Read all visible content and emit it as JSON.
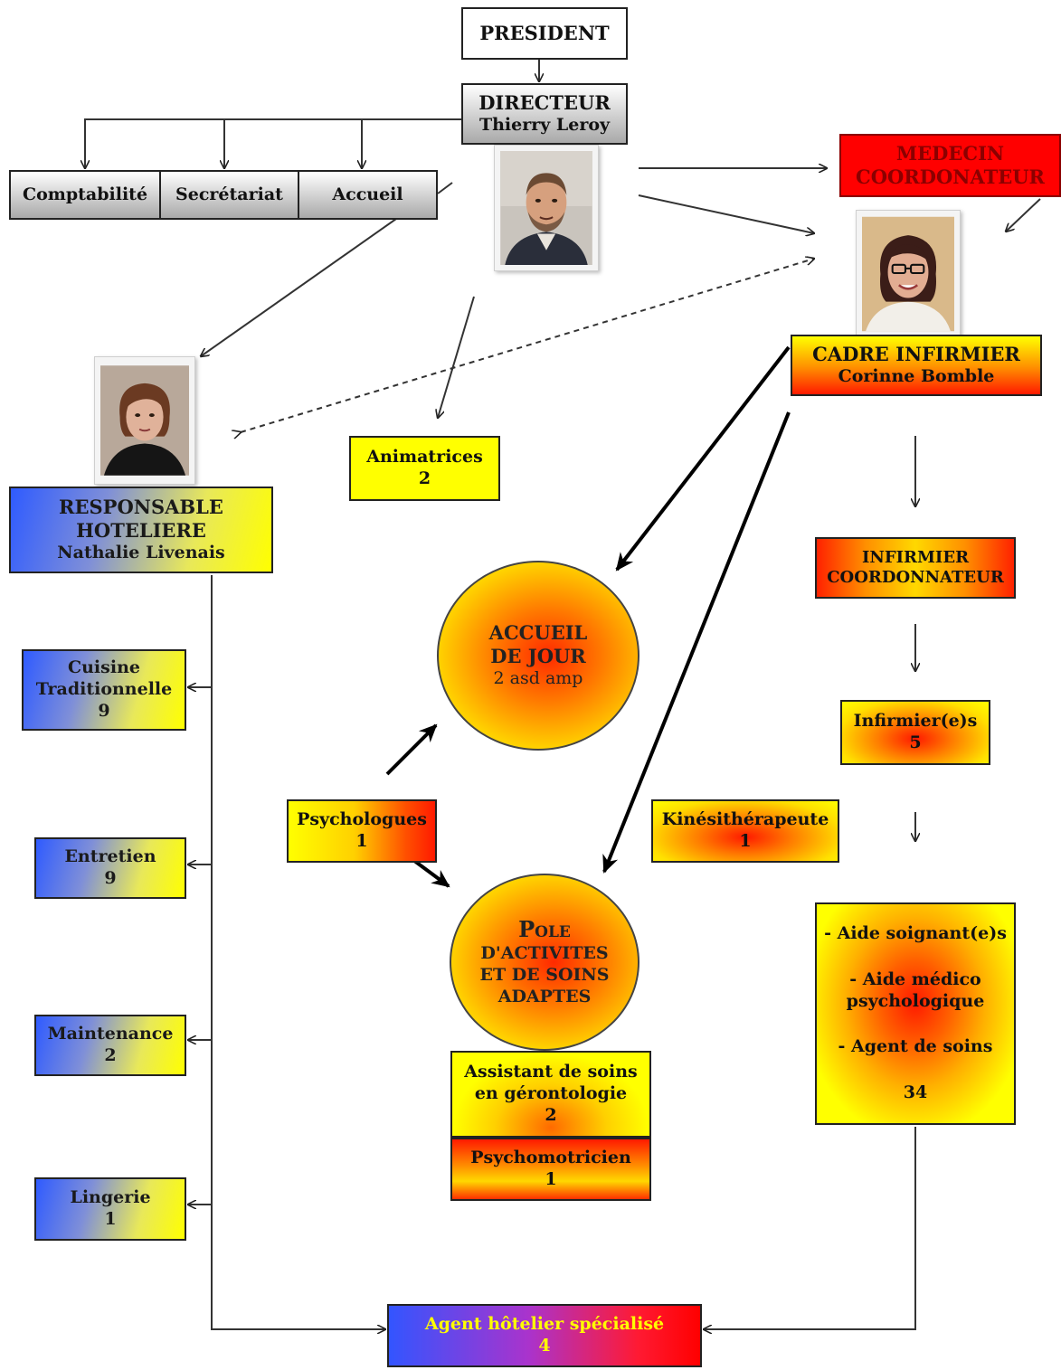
{
  "president": {
    "label": "PRESIDENT"
  },
  "directeur": {
    "title": "DIRECTEUR",
    "name": "Thierry Leroy"
  },
  "services": [
    {
      "label": "Comptabilité"
    },
    {
      "label": "Secrétariat"
    },
    {
      "label": "Accueil"
    }
  ],
  "medecin": {
    "line1": "MEDECIN",
    "line2": "COORDONATEUR"
  },
  "cadre": {
    "title": "CADRE INFIRMIER",
    "name": "Corinne Bomble"
  },
  "responsable": {
    "line1": "RESPONSABLE",
    "line2": "HOTELIERE",
    "name": "Nathalie Livenais"
  },
  "animatrices": {
    "label": "Animatrices",
    "count": "2"
  },
  "infirmier_coord": {
    "line1": "INFIRMIER",
    "line2": "COORDONNATEUR"
  },
  "infirmiers": {
    "label": "Infirmier(e)s",
    "count": "5"
  },
  "accueil_jour": {
    "line1": "ACCUEIL",
    "line2": "DE JOUR",
    "line3": "2 asd amp"
  },
  "psychologues": {
    "label": "Psychologues",
    "count": "1"
  },
  "kine": {
    "label": "Kinésithérapeute",
    "count": "1"
  },
  "pole": {
    "line1": "Pole",
    "line2": "D'ACTIVITES",
    "line3": "ET DE SOINS",
    "line4": "ADAPTES"
  },
  "assistant": {
    "line1": "Assistant de soins",
    "line2": "en gérontologie",
    "count": "2"
  },
  "psychomotricien": {
    "label": "Psychomotricien",
    "count": "1"
  },
  "aides": {
    "line1": "- Aide soignant(e)s",
    "line2": "- Aide médico",
    "line3": "psychologique",
    "line4": "- Agent de soins",
    "count": "34"
  },
  "hotel_services": [
    {
      "line1": "Cuisine",
      "line2": "Traditionnelle",
      "count": "9"
    },
    {
      "line1": "Entretien",
      "line2": "",
      "count": "9"
    },
    {
      "line1": "Maintenance",
      "line2": "",
      "count": "2"
    },
    {
      "line1": "Lingerie",
      "line2": "",
      "count": "1"
    }
  ],
  "agent_hotelier": {
    "label": "Agent hôtelier spécialisé",
    "count": "4"
  }
}
